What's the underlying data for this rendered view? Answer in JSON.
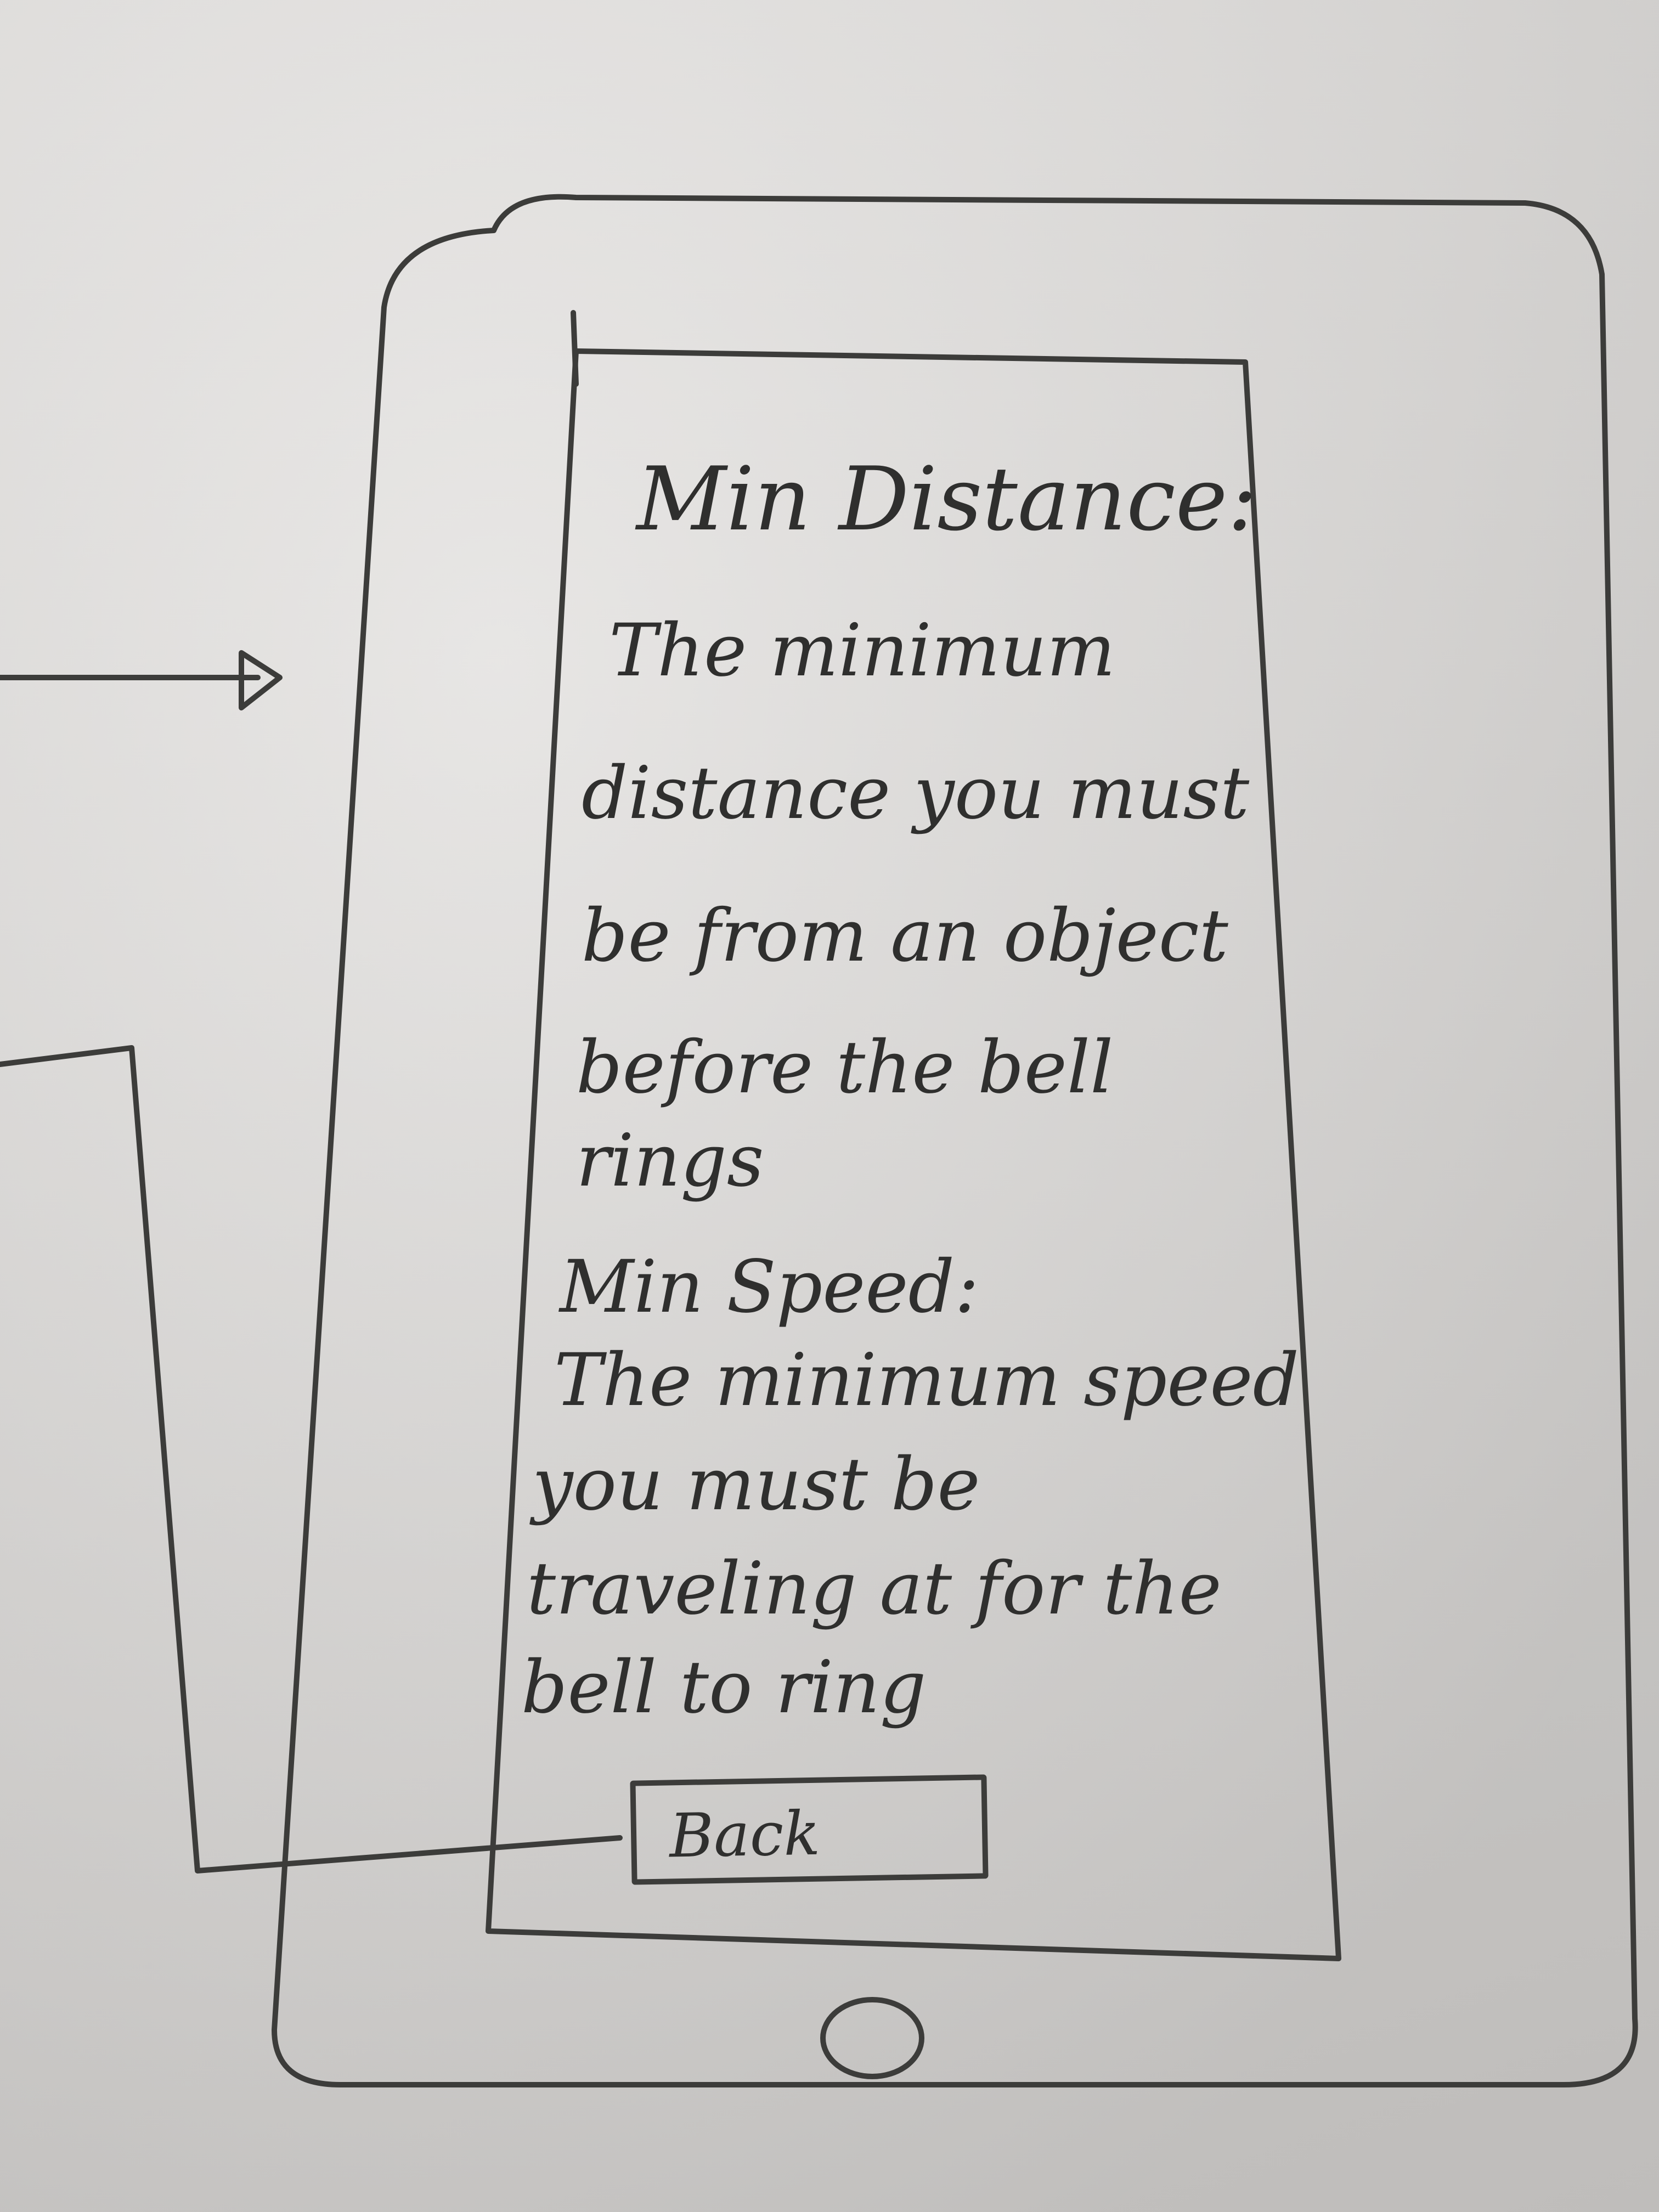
{
  "screen": {
    "min_distance_heading": "Min Distance:",
    "min_distance_desc_lines": [
      "The minimum",
      "distance you must",
      "be from an object",
      "before the bell",
      "rings"
    ],
    "min_speed_heading": "Min Speed:",
    "min_speed_desc_lines": [
      "The minimum speed",
      "you must be",
      "traveling at for the",
      "bell to ring"
    ],
    "back_button_label": "Back"
  },
  "device": {
    "home_button_icon": "circle-home-icon"
  },
  "annotations": {
    "incoming_arrow_icon": "arrow-right-icon",
    "back_navigation_connector": "connector-line"
  },
  "colors": {
    "pencil": "#3c3c3a",
    "paper": "#e2e0de"
  }
}
